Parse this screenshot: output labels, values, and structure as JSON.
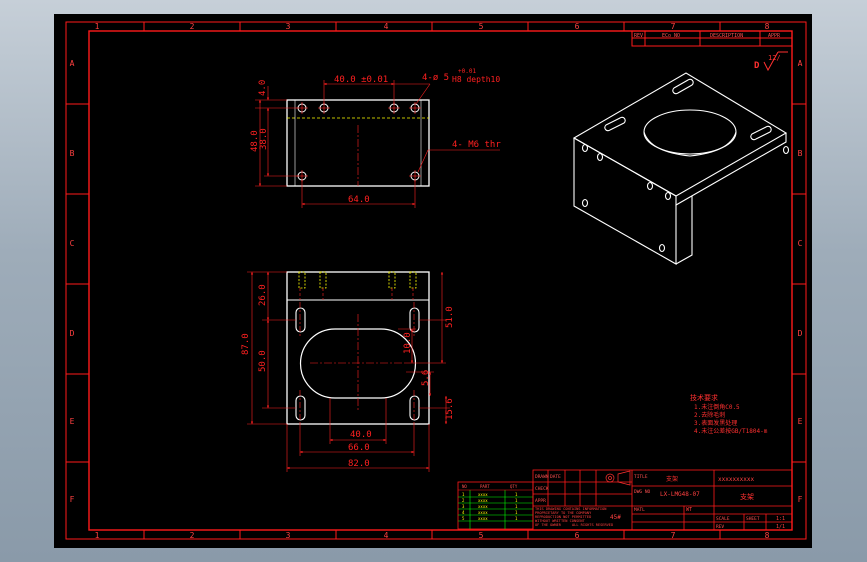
{
  "colors": {
    "frame": "#ff1a1a",
    "outline": "#ffffff",
    "dim": "#ff2020",
    "hidden": "#ffff00",
    "center": "#ff2020",
    "tableGreen": "#00ff00",
    "tableYellow": "#ffff00",
    "note": "#ff3030",
    "background": "#000000"
  },
  "grid": {
    "columns": [
      "1",
      "2",
      "3",
      "4",
      "5",
      "6",
      "7",
      "8"
    ],
    "rows": [
      "A",
      "B",
      "C",
      "D",
      "E",
      "F"
    ]
  },
  "revision": {
    "h1": "REV",
    "h2": "ECo NO",
    "h3": "DESCRIPTION",
    "h4": "APPR"
  },
  "surface": {
    "symbol": "12/",
    "letter": "D"
  },
  "top_view": {
    "d_40": "40.0 ±0.01",
    "d_hole_a": "4-ø 5",
    "d_hole_b": "H8 depth10",
    "d_hole_tol": "+0.01",
    "d_4": "4.0",
    "d_48": "48.0",
    "d_38": "38.0",
    "d_thread": "4- M6 thr",
    "d_64": "64.0"
  },
  "front_view": {
    "d_26": "26.0",
    "d_87": "87.0",
    "d_50": "50.0",
    "d_51": "51.0",
    "d_10": "10.0",
    "d_56": "5.6",
    "d_156": "15.6",
    "d_40": "40.0",
    "d_66": "66.0",
    "d_82": "82.0"
  },
  "notes": [
    "技术要求",
    "1.未注倒角C0.5",
    "2.去除毛刺",
    "3.表面发黑处理",
    "4.未注公差按GB/T1804-m"
  ],
  "title_block": {
    "company": "xxxxxxxxxx",
    "part_name": "支架",
    "drawing_no": "LX-LMG48-07",
    "material": "45#",
    "scale": "1:1",
    "sheet": "1/1",
    "weight": "WT",
    "labels": [
      "DRAWN",
      "CHECK",
      "APPR",
      "DATE",
      "SCALE",
      "SHEET",
      "TITLE",
      "DWG NO",
      "REV",
      "MATL"
    ]
  },
  "part_list": {
    "headers": [
      "NO",
      "PART",
      "QTY"
    ],
    "rows": [
      [
        "1",
        "xxxx",
        "1"
      ],
      [
        "2",
        "xxxx",
        "1"
      ],
      [
        "3",
        "xxxx",
        "1"
      ],
      [
        "4",
        "xxxx",
        "1"
      ],
      [
        "5",
        "xxxx",
        "1"
      ]
    ]
  },
  "legal": [
    "THIS DRAWING CONTAINS INFORMATION",
    "PROPRIETARY TO THE COMPANY",
    "REPRODUCTION NOT PERMITTED",
    "WITHOUT WRITTEN CONSENT",
    "OF THE OWNER",
    "ALL RIGHTS RESERVED"
  ]
}
